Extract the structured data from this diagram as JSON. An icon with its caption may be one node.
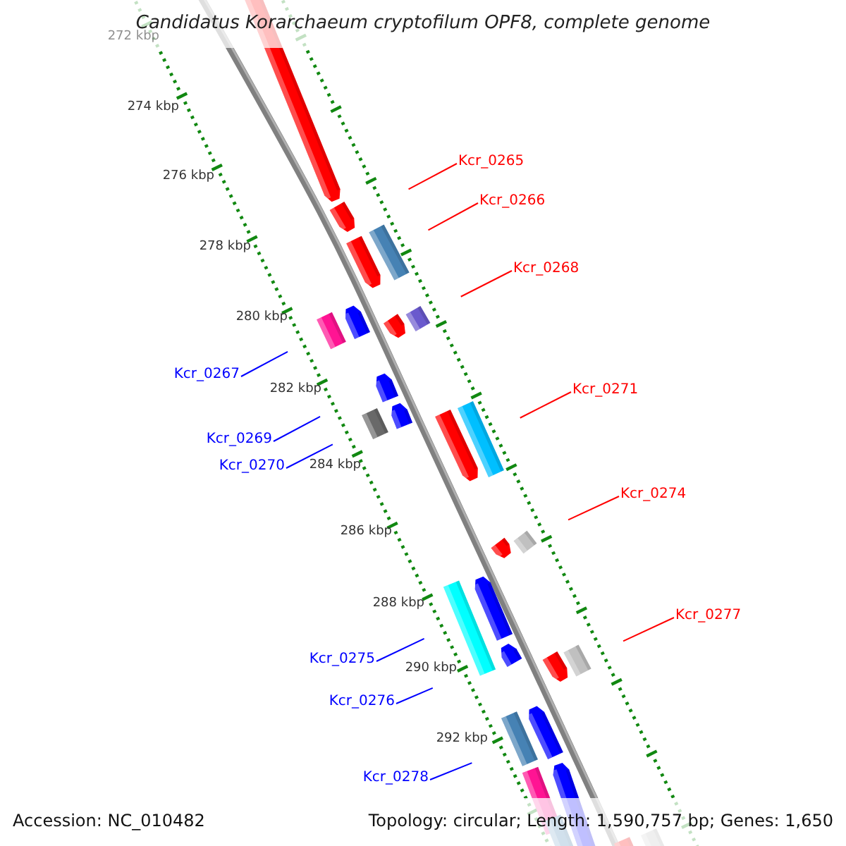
{
  "diagram": {
    "title": "Candidatus Korarchaeum cryptofilum OPF8, complete genome",
    "nodes": [
      {
        "text": [
          "Kcr_0265"
        ]
      },
      {
        "text": [
          "Kcr_0266"
        ]
      },
      {
        "text": [
          "Kcr_0268"
        ]
      },
      {
        "text": [
          "Kcr_0267"
        ]
      },
      {
        "text": [
          "Kcr_0271"
        ]
      },
      {
        "text": [
          "Kcr_0269"
        ]
      },
      {
        "text": [
          "Kcr_0270"
        ]
      },
      {
        "text": [
          "Kcr_0274"
        ]
      },
      {
        "text": [
          "Kcr_0277"
        ]
      },
      {
        "text": [
          "Kcr_0275"
        ]
      },
      {
        "text": [
          "Kcr_0276"
        ]
      },
      {
        "text": [
          "Kcr_0278"
        ]
      }
    ],
    "edges": [
      {
        "from": 0,
        "to": null,
        "arrow": "none",
        "color": "#ff0000"
      },
      {
        "from": 1,
        "to": null,
        "arrow": "none",
        "color": "#ff0000"
      },
      {
        "from": 2,
        "to": null,
        "arrow": "none",
        "color": "#ff0000"
      },
      {
        "from": 3,
        "to": null,
        "arrow": "none",
        "color": "#0000ff"
      },
      {
        "from": 4,
        "to": null,
        "arrow": "none",
        "color": "#ff0000"
      },
      {
        "from": 5,
        "to": null,
        "arrow": "none",
        "color": "#0000ff"
      },
      {
        "from": 6,
        "to": null,
        "arrow": "none",
        "color": "#0000ff"
      },
      {
        "from": 7,
        "to": null,
        "arrow": "none",
        "color": "#ff0000"
      },
      {
        "from": 8,
        "to": null,
        "arrow": "none",
        "color": "#ff0000"
      },
      {
        "from": 9,
        "to": null,
        "arrow": "none",
        "color": "#0000ff"
      },
      {
        "from": 10,
        "to": null,
        "arrow": "none",
        "color": "#0000ff"
      },
      {
        "from": 11,
        "to": null,
        "arrow": "none",
        "color": "#0000ff"
      }
    ],
    "labels": [
      "272 kbp",
      "274 kbp",
      "276 kbp",
      "278 kbp",
      "280 kbp",
      "282 kbp",
      "284 kbp",
      "286 kbp",
      "288 kbp",
      "290 kbp",
      "292 kbp",
      "Accession: NC_010482",
      "Topology: circular; Length: 1,590,757 bp; Genes: 1,650"
    ]
  }
}
